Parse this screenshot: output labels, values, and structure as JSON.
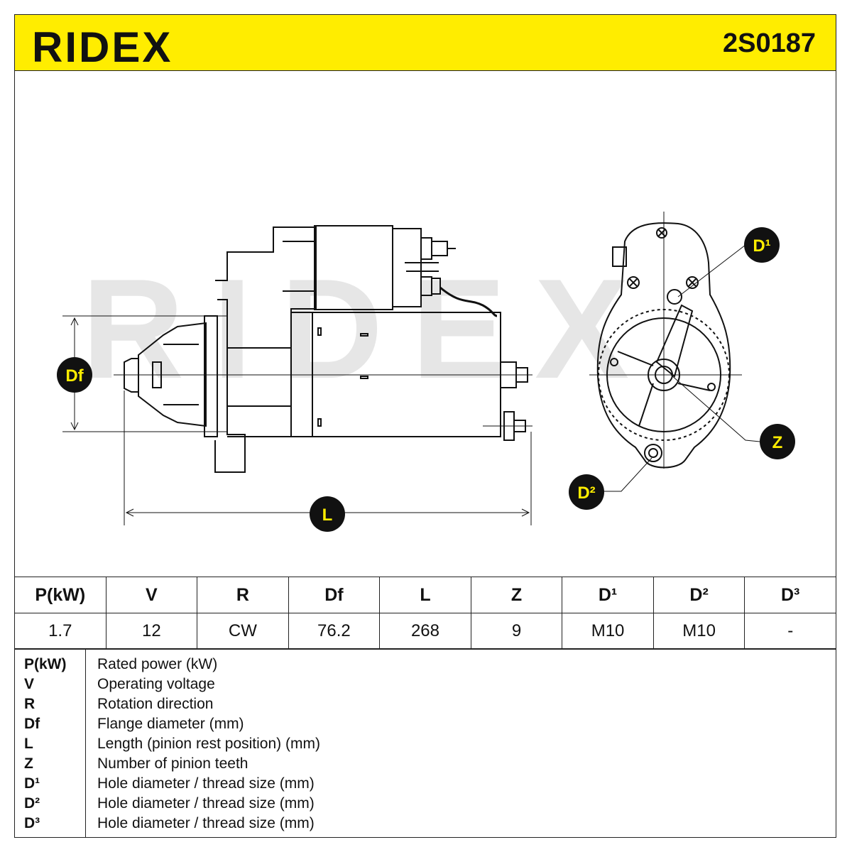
{
  "header": {
    "brand": "RIDEX",
    "part_number": "2S0187"
  },
  "colors": {
    "accent_yellow": "#ffed00",
    "ink": "#111111"
  },
  "drawing": {
    "watermark": "RIDEX",
    "labels": {
      "df": "Df",
      "l": "L",
      "d1": "D¹",
      "d2": "D²",
      "z": "Z"
    }
  },
  "specs": {
    "headers": [
      "P(kW)",
      "V",
      "R",
      "Df",
      "L",
      "Z",
      "D¹",
      "D²",
      "D³"
    ],
    "values": [
      "1.7",
      "12",
      "CW",
      "76.2",
      "268",
      "9",
      "M10",
      "M10",
      "-"
    ]
  },
  "legend": [
    {
      "key": "P(kW)",
      "desc": "Rated power (kW)"
    },
    {
      "key": "V",
      "desc": "Operating voltage"
    },
    {
      "key": "R",
      "desc": "Rotation direction"
    },
    {
      "key": "Df",
      "desc": "Flange diameter (mm)"
    },
    {
      "key": "L",
      "desc": "Length (pinion rest position) (mm)"
    },
    {
      "key": "Z",
      "desc": "Number of pinion teeth"
    },
    {
      "key": "D¹",
      "desc": "Hole diameter / thread size (mm)"
    },
    {
      "key": "D²",
      "desc": "Hole diameter / thread size (mm)"
    },
    {
      "key": "D³",
      "desc": "Hole diameter / thread size (mm)"
    }
  ]
}
